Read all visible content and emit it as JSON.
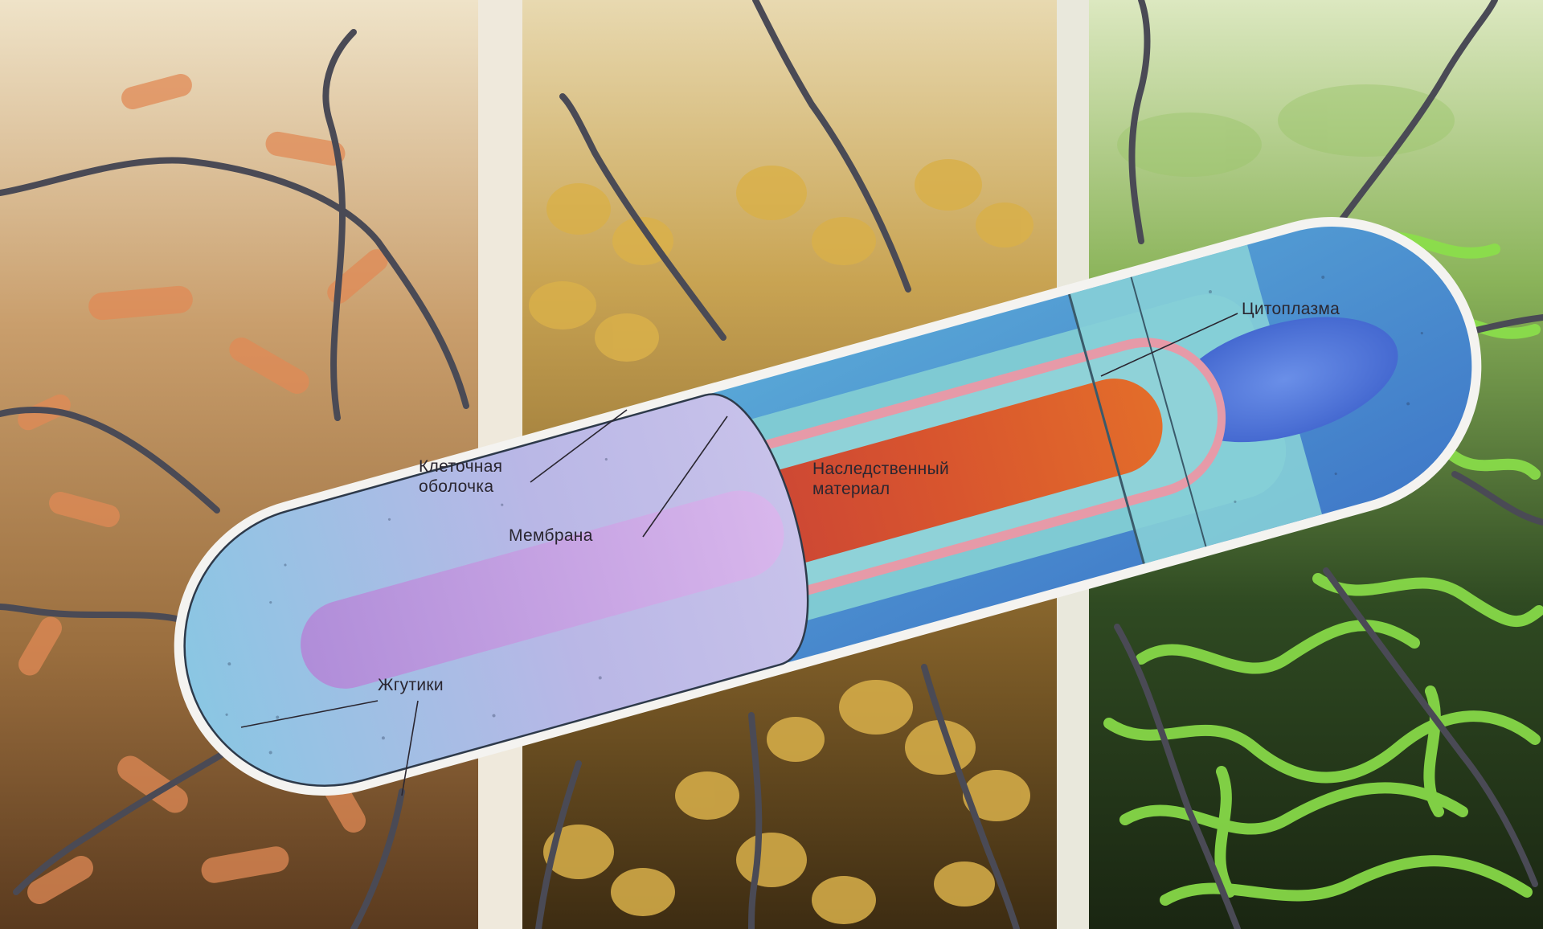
{
  "labels": {
    "cell_wall": {
      "line1": "Клеточная",
      "line2": "оболочка"
    },
    "membrane": "Мембрана",
    "flagella": "Жгутики",
    "genetic_material": {
      "line1": "Наследственный",
      "line2": "материал"
    },
    "cytoplasm": "Цитоплазма"
  },
  "colors": {
    "cell_body_left": "#b9b7e6",
    "cell_body_right": "#4f8fd0",
    "cytoplasm": "#7fcad3",
    "membrane": "#e69aa8",
    "genetic_material": "#d8552e",
    "flagellum": "#4a4a55",
    "background_left": "#c99a62",
    "background_middle": "#c6a24a",
    "background_right": "#5f9a40",
    "rod_bacteria": "#e08a56",
    "coccus_bacteria": "#d9b04a",
    "filament_bacteria": "#8be04a"
  }
}
